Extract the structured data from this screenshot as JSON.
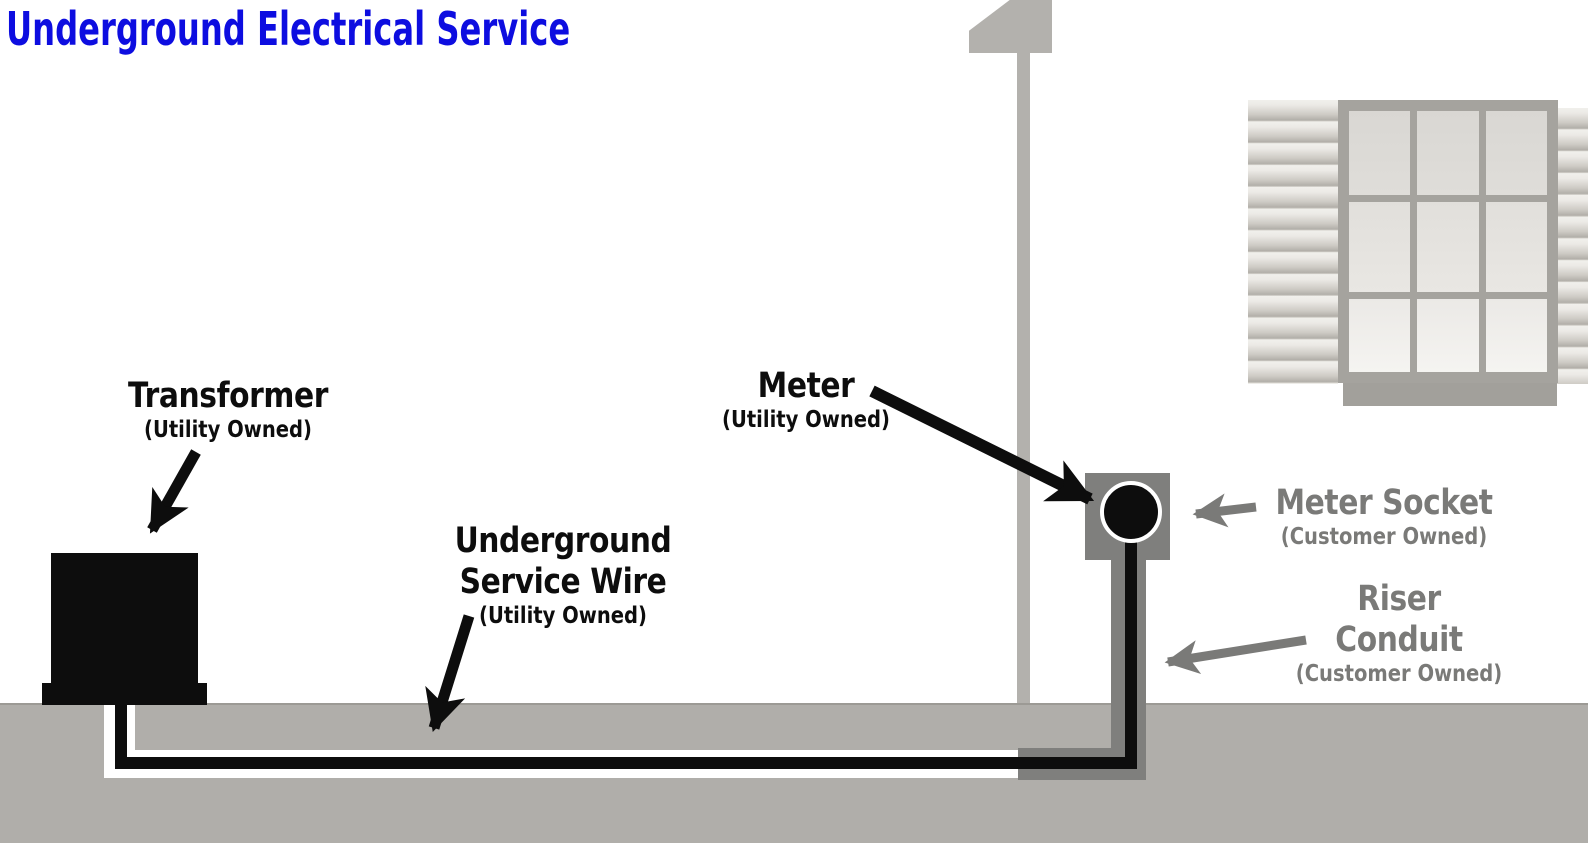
{
  "title": "Underground Electrical Service",
  "labels": {
    "transformer": {
      "name": "Transformer",
      "ownership": "(Utility Owned)"
    },
    "service_wire": {
      "line1": "Underground",
      "line2": "Service Wire",
      "ownership": "(Utility Owned)"
    },
    "meter": {
      "name": "Meter",
      "ownership": "(Utility Owned)"
    },
    "meter_socket": {
      "name": "Meter Socket",
      "ownership": "(Customer Owned)"
    },
    "riser_conduit": {
      "line1": "Riser",
      "line2": "Conduit",
      "ownership": "(Customer Owned)"
    }
  },
  "colors": {
    "title_blue": "#0d0de0",
    "utility_black": "#0d0d0d",
    "customer_gray": "#7a7a78",
    "equipment_gray": "#7f7f7d",
    "ground_gray": "#b0aeaa",
    "house_gray": "#b3b1ad",
    "trench_white": "#ffffff"
  }
}
